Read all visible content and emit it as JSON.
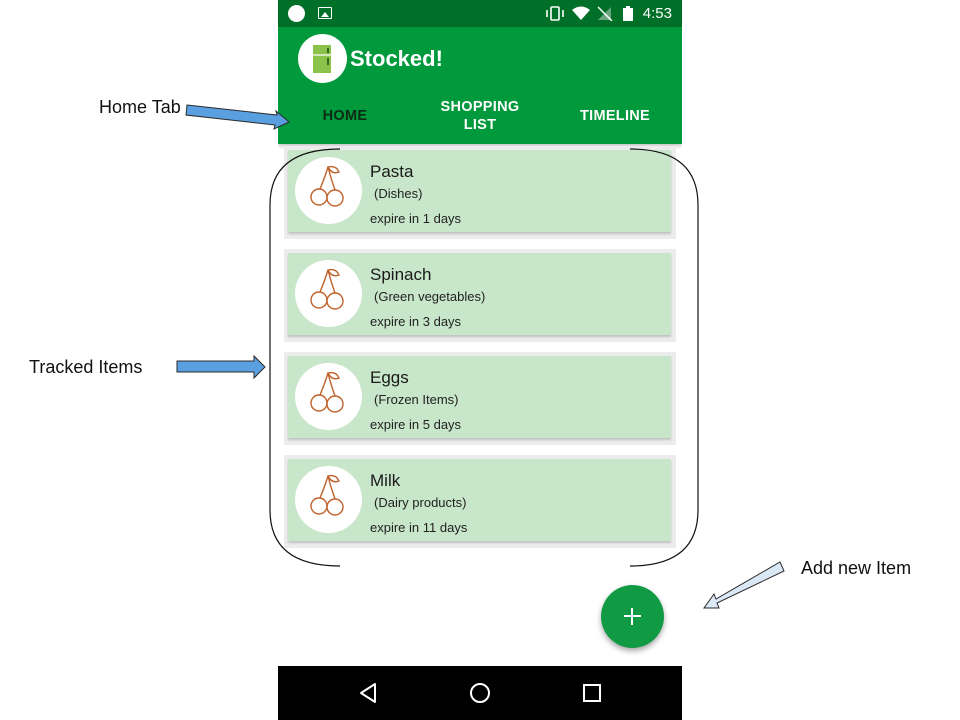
{
  "annotations": {
    "home_tab": "Home Tab",
    "tracked_items": "Tracked Items",
    "add_new_item": "Add new Item"
  },
  "status_bar": {
    "time": "4:53"
  },
  "app": {
    "title": "Stocked!"
  },
  "tabs": [
    {
      "label": "HOME",
      "selected": true
    },
    {
      "label": "SHOPPING LIST",
      "selected": false
    },
    {
      "label": "TIMELINE",
      "selected": false
    }
  ],
  "items": [
    {
      "name": "Pasta",
      "category": "(Dishes)",
      "expiry": "expire in 1 days",
      "icon": "cherry-icon"
    },
    {
      "name": "Spinach",
      "category": "(Green vegetables)",
      "expiry": "expire in 3 days",
      "icon": "cherry-icon"
    },
    {
      "name": "Eggs",
      "category": "(Frozen Items)",
      "expiry": "expire in 5 days",
      "icon": "cherry-icon"
    },
    {
      "name": "Milk",
      "category": "(Dairy products)",
      "expiry": "expire in 11 days",
      "icon": "cherry-icon"
    }
  ],
  "fab": {
    "icon": "plus-icon"
  },
  "colors": {
    "status_bar": "#006f27",
    "app_bar": "#00993c",
    "card": "#c8e6c9",
    "fab": "#0f9a43",
    "cherry": "#c0622b",
    "annotation_arrow": "#5aa0e0"
  }
}
